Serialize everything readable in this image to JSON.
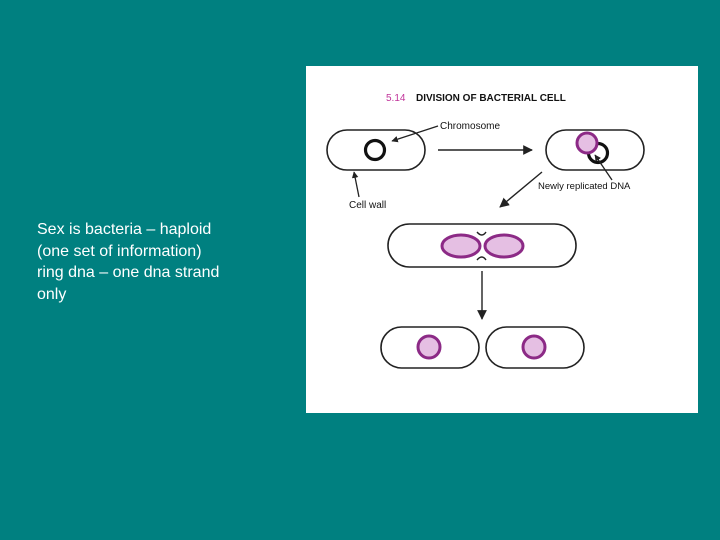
{
  "slide": {
    "text_lines": [
      "Sex is bacteria – haploid",
      "(one set of information)",
      "ring dna – one dna strand",
      "only"
    ]
  },
  "figure": {
    "number": "5.14",
    "title": "DIVISION OF BACTERIAL CELL",
    "label_chromosome": "Chromosome",
    "label_newly_replicated": "Newly replicated DNA",
    "label_cell_wall": "Cell wall",
    "colors": {
      "panel": "#ffffff",
      "outline": "#222222",
      "dna_ring": "#8c2a86",
      "dna_fill": "#e5bfe3",
      "chromosome_ring": "#111111"
    }
  }
}
